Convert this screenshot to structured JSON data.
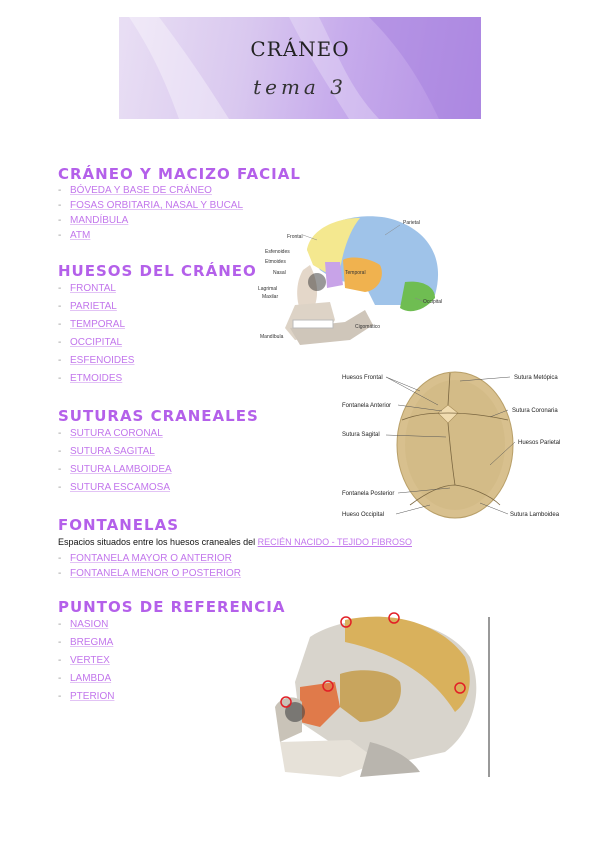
{
  "banner": {
    "title": "CRÁNEO",
    "subtitle": "tema 3"
  },
  "sections": [
    {
      "heading": "CRÁNEO Y MACIZO FACIAL",
      "items": [
        "BÓVEDA Y BASE DE CRÁNEO",
        "FOSAS ORBITARIA, NASAL Y BUCAL",
        "MANDÍBULA",
        "ATM"
      ]
    },
    {
      "heading": "HUESOS DEL CRÁNEO",
      "items": [
        "FRONTAL",
        "PARIETAL",
        "TEMPORAL",
        "OCCIPITAL",
        "ESFENOIDES",
        "ETMOIDES"
      ]
    },
    {
      "heading": "SUTURAS CRANEALES",
      "items": [
        "SUTURA CORONAL",
        "SUTURA SAGITAL",
        "SUTURA LAMBOIDEA",
        "SUTURA ESCAMOSA"
      ]
    },
    {
      "heading": "FONTANELAS",
      "note_prefix": "Espacios situados entre los huesos craneales del",
      "note_highlight": "RECIÉN NACIDO - TEJIDO FIBROSO",
      "items": [
        "FONTANELA MAYOR O ANTERIOR",
        "FONTANELA MENOR O POSTERIOR"
      ]
    },
    {
      "heading": "PUNTOS DE REFERENCIA",
      "items": [
        "NASION",
        "BREGMA",
        "VERTEX",
        "LAMBDA",
        "PTERION"
      ]
    }
  ],
  "skull_lateral": {
    "labels": [
      "Frontal",
      "Parietal",
      "Esfenoides",
      "Etmoides",
      "Nasal",
      "Temporal",
      "Lagrimal",
      "Maxilar",
      "Occipital",
      "Cigomático",
      "Mandíbula"
    ]
  },
  "skull_top": {
    "labels": [
      "Huesos Frontal",
      "Sutura Metópica",
      "Fontanela Anterior",
      "Sutura Coronaria",
      "Sutura Sagital",
      "Huesos Parietal",
      "Fontanela Posterior",
      "Hueso Occipital",
      "Sutura Lamboidea"
    ]
  }
}
